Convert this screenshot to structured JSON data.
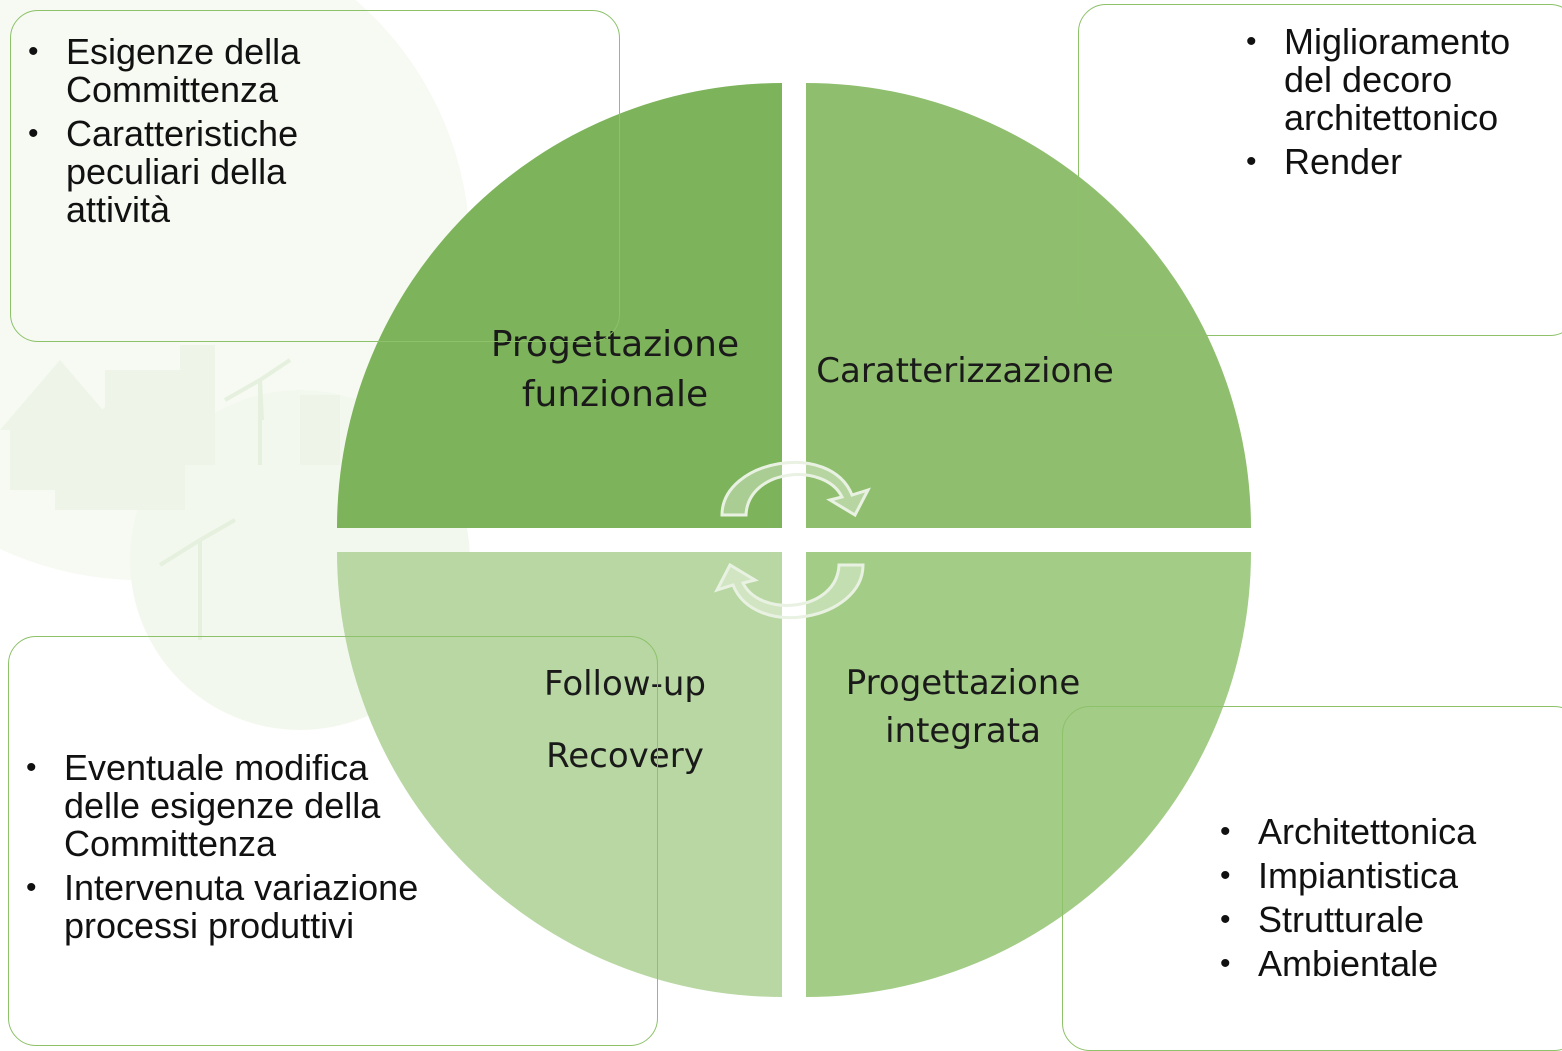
{
  "quadrants": {
    "top_left": {
      "line1": "Progettazione",
      "line2": "funzionale"
    },
    "top_right": {
      "line1": "Caratterizzazione"
    },
    "bottom_right": {
      "line1": "Progettazione",
      "line2": "integrata"
    },
    "bottom_left": {
      "line1": "Follow-up",
      "line2": "Recovery"
    }
  },
  "callouts": {
    "top_left": [
      "Esigenze della Committenza",
      "Caratteristiche peculiari della attività"
    ],
    "top_right": [
      "Miglioramento del decoro architettonico",
      "Render"
    ],
    "bottom_left": [
      "Eventuale modifica delle esigenze della Committenza",
      "Intervenuta variazione processi produttivi"
    ],
    "bottom_right": [
      "Architettonica",
      "Impiantistica",
      "Strutturale",
      "Ambientale"
    ]
  },
  "colors": {
    "q_top_left": "#7db35a",
    "q_top_right": "#8fbf6e",
    "q_bottom_right": "#a3cc86",
    "q_bottom_left": "#b8d7a2",
    "callout_border": "#8dc16a",
    "background_motif": "#eef6e8"
  },
  "icons": [
    "cycle-arrow-icon",
    "cycle-arrow-icon"
  ]
}
